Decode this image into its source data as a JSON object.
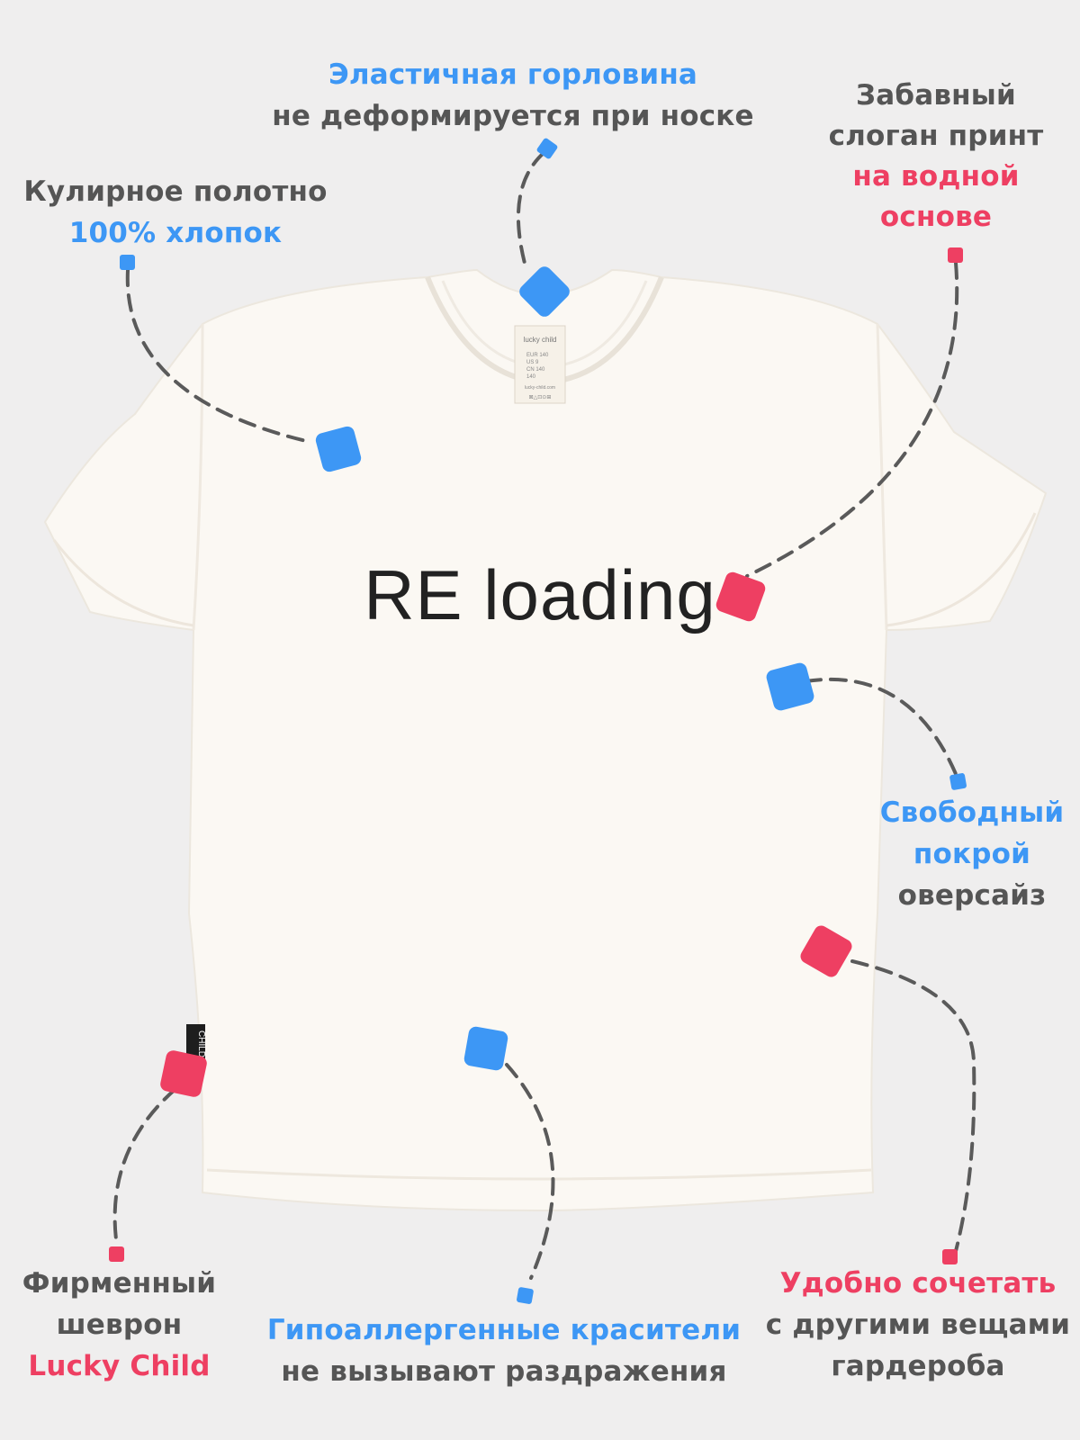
{
  "colors": {
    "background": "#efeeee",
    "shirt": "#fbf8f3",
    "blue_accent": "#3d97f5",
    "pink_accent": "#ee3f62",
    "text_gray": "#555555",
    "dash": "#5a5a5a"
  },
  "shirt": {
    "print_text": "RE loading",
    "neck_label": {
      "brand": "lucky child",
      "sizes": [
        "EUR 140",
        "US 9",
        "CN 140",
        "140"
      ],
      "site": "lucky-child.com"
    },
    "side_tag": "CHILD"
  },
  "callouts": {
    "neckline": {
      "line1": "Эластичная горловина",
      "line2": "не деформируется при носке"
    },
    "fabric": {
      "line1": "Кулирное полотно",
      "line2": "100% хлопок"
    },
    "print": {
      "line1": "Забавный",
      "line2": "слоган принт",
      "line3": "на водной",
      "line4": "основе"
    },
    "fit": {
      "line1": "Свободный",
      "line2": "покрой",
      "line3": "оверсайз"
    },
    "chevron": {
      "line1": "Фирменный",
      "line2": "шеврон",
      "line3": "Lucky Child"
    },
    "dyes": {
      "line1": "Гипоаллергенные красители",
      "line2": "не вызывают раздражения"
    },
    "combine": {
      "line1": "Удобно сочетать",
      "line2": "с другими вещами",
      "line3": "гардероба"
    }
  }
}
